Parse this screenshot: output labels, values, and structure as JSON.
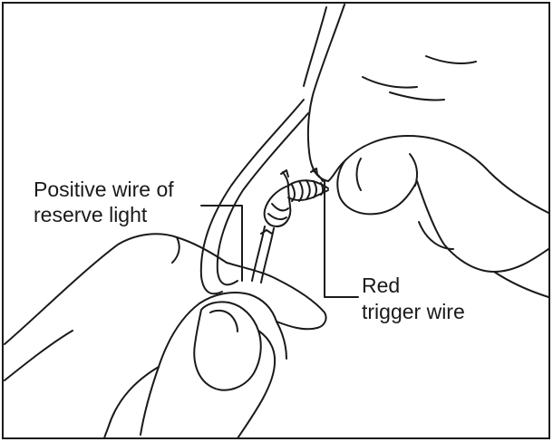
{
  "labels": {
    "positive_wire_line1": "Positive wire of",
    "positive_wire_line2": "reserve light",
    "trigger_wire_line1": "Red",
    "trigger_wire_line2": "trigger wire"
  }
}
